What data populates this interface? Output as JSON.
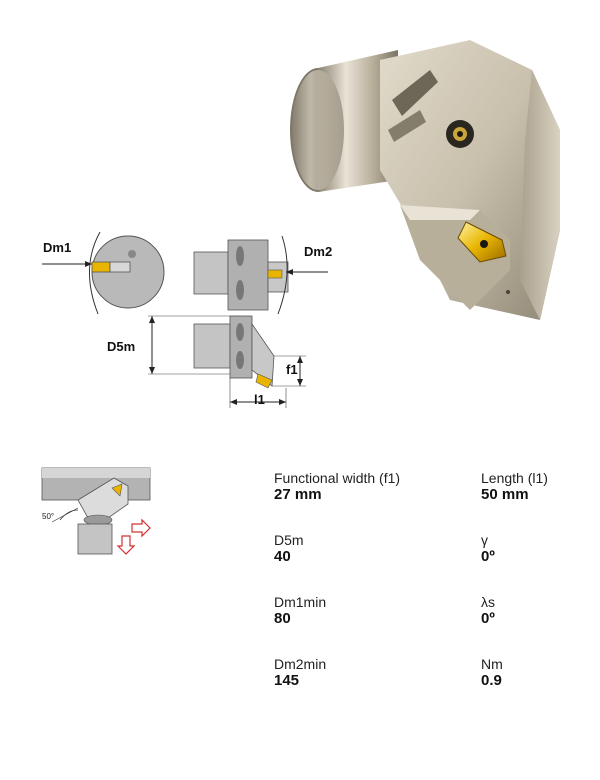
{
  "diagram": {
    "dm1_label": "Dm1",
    "dm2_label": "Dm2",
    "d5m_label": "D5m",
    "f1_label": "f1",
    "l1_label": "l1",
    "angle_label": "50°"
  },
  "specs": [
    {
      "label": "Functional width (f1)",
      "value": "27 mm"
    },
    {
      "label": "Length (l1)",
      "value": "50 mm"
    },
    {
      "label": "D5m",
      "value": "40"
    },
    {
      "label": "γ",
      "value": "0º"
    },
    {
      "label": "Dm1min",
      "value": "80"
    },
    {
      "label": "λs",
      "value": "0º"
    },
    {
      "label": "Dm2min",
      "value": "145"
    },
    {
      "label": "Nm",
      "value": "0.9"
    }
  ],
  "colors": {
    "steel": "#c9c0ae",
    "insert_gold": "#e8b400",
    "arrow_red": "#d23030"
  }
}
